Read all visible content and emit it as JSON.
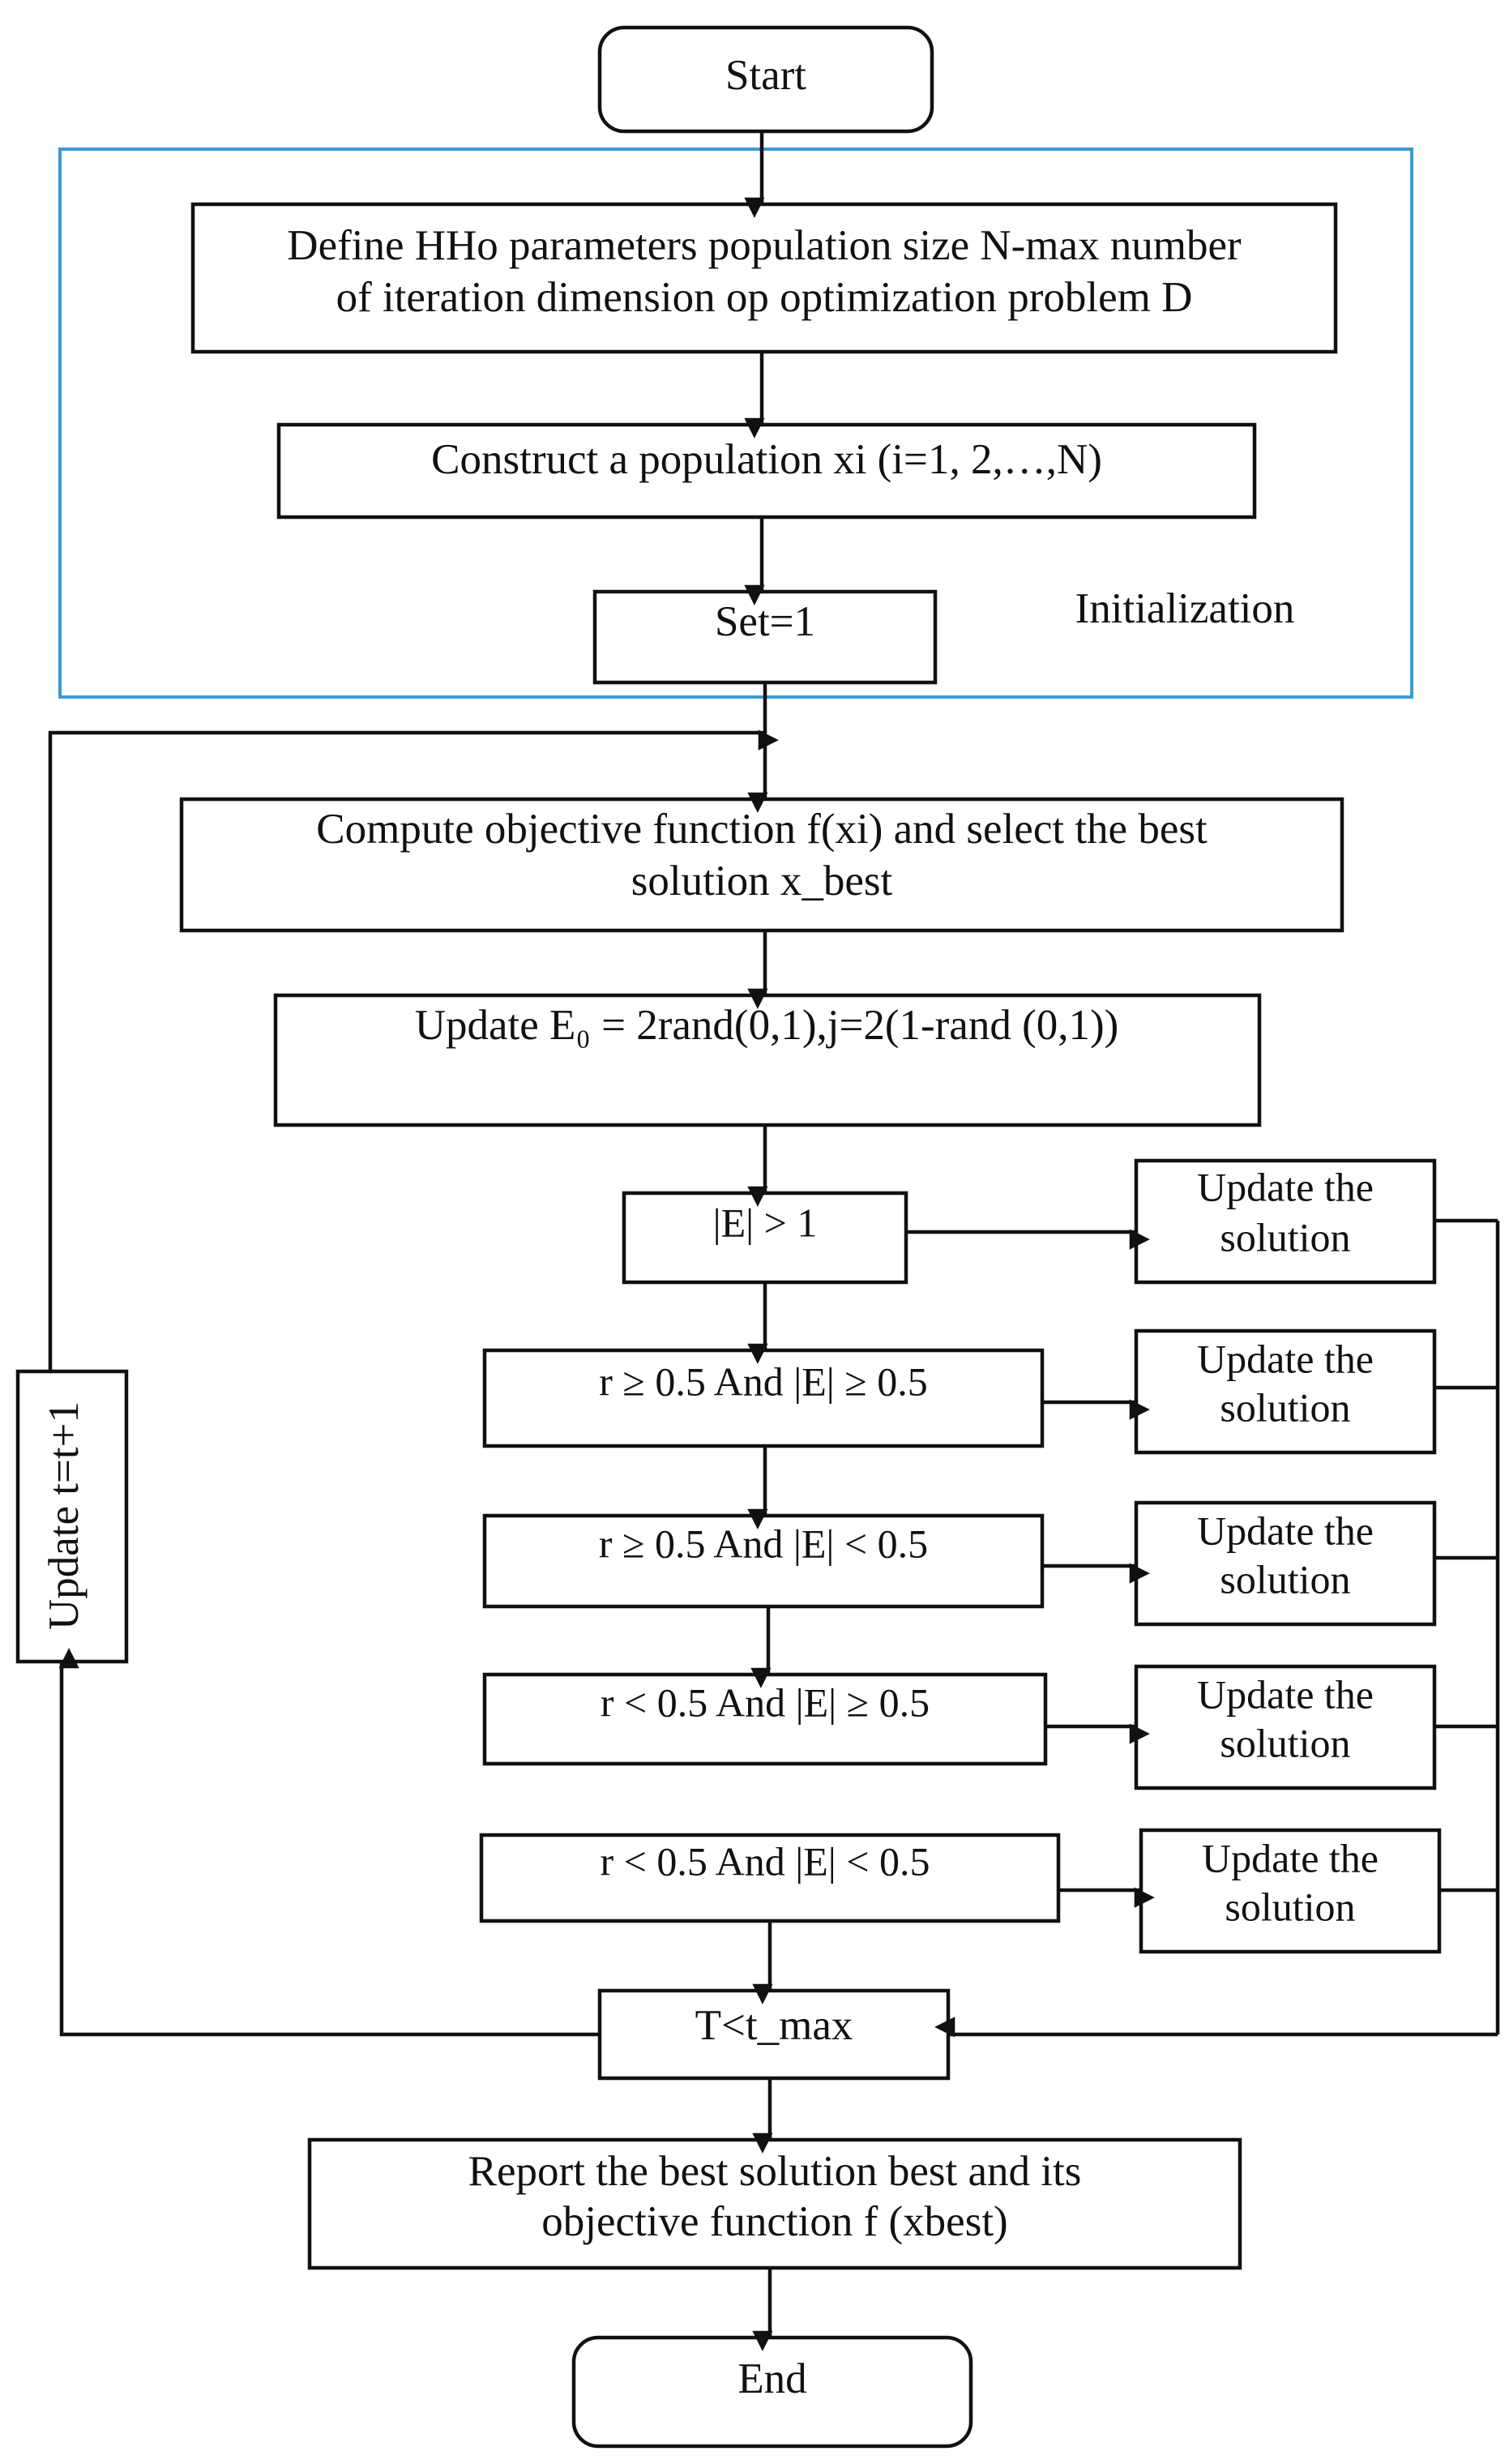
{
  "diagram": {
    "start": "Start",
    "define_params": [
      "Define HHo parameters population size N-max number",
      "of iteration dimension op optimization problem D"
    ],
    "construct_population": "Construct a population xi (i=1, 2,…,N)",
    "set_t": "Set=1",
    "initialization_label": "Initialization",
    "compute_objective": [
      "Compute objective function f(xi) and select the best",
      "solution x_best"
    ],
    "update_energy": "Update E₀ = 2rand(0,1),j=2(1-rand (0,1))",
    "cond_1": "|E| > 1",
    "cond_2": "r ≥ 0.5  And  |E| ≥ 0.5",
    "cond_3": "r ≥ 0.5  And  |E| < 0.5",
    "cond_4": "r < 0.5  And  |E| ≥ 0.5",
    "cond_5": "r < 0.5  And  |E| < 0.5",
    "update_solution": [
      "Update the",
      "solution"
    ],
    "loop_condition": "T<t_max",
    "update_t": "Update t=t+1",
    "report": [
      "Report the best solution best and its",
      "objective function f (xbest)"
    ],
    "end": "End"
  }
}
